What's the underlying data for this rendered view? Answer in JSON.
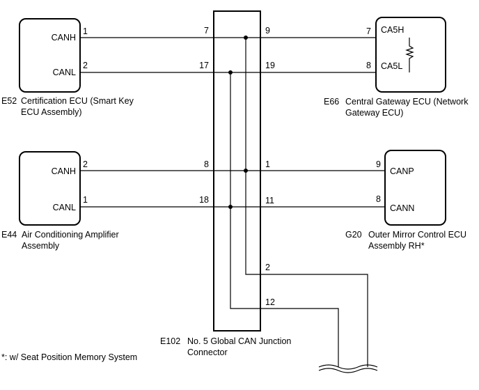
{
  "ecus": {
    "e52": {
      "code": "E52",
      "name_line1": "Certification ECU (Smart Key",
      "name_line2": "ECU Assembly)",
      "pins": [
        {
          "num": "1",
          "sig": "CANH"
        },
        {
          "num": "2",
          "sig": "CANL"
        }
      ]
    },
    "e44": {
      "code": "E44",
      "name_line1": "Air Conditioning Amplifier",
      "name_line2": "Assembly",
      "pins": [
        {
          "num": "2",
          "sig": "CANH"
        },
        {
          "num": "1",
          "sig": "CANL"
        }
      ]
    },
    "e66": {
      "code": "E66",
      "name_line1": "Central Gateway ECU (Network",
      "name_line2": "Gateway ECU)",
      "pins": [
        {
          "num": "7",
          "sig": "CA5H"
        },
        {
          "num": "8",
          "sig": "CA5L"
        }
      ]
    },
    "g20": {
      "code": "G20",
      "name_line1": "Outer Mirror Control ECU",
      "name_line2": "Assembly RH*",
      "pins": [
        {
          "num": "9",
          "sig": "CANP"
        },
        {
          "num": "8",
          "sig": "CANN"
        }
      ]
    }
  },
  "junction": {
    "code": "E102",
    "name_line1": "No. 5 Global CAN Junction",
    "name_line2": "Connector",
    "left_pins": [
      "7",
      "17",
      "8",
      "18"
    ],
    "right_pins": [
      "9",
      "19",
      "1",
      "11",
      "2",
      "12"
    ]
  },
  "footnote": "*: w/ Seat Position Memory System"
}
